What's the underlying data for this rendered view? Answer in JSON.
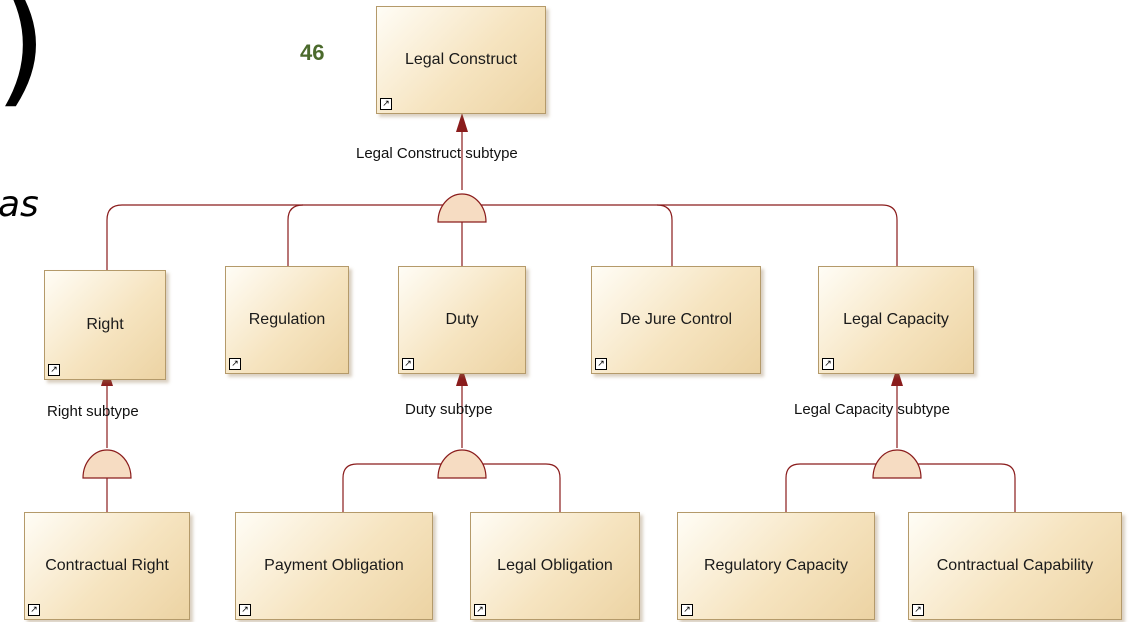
{
  "page_fragments": {
    "paren": ")",
    "italic": "as"
  },
  "slide_number": "46",
  "shortcut_glyph": "↗",
  "colors": {
    "line": "#8a1c1c",
    "box_border": "#b49a6a",
    "number": "#4b6a2c"
  },
  "nodes": {
    "legal_construct": "Legal Construct",
    "right": "Right",
    "regulation": "Regulation",
    "duty": "Duty",
    "de_jure_control": "De Jure Control",
    "legal_capacity": "Legal Capacity",
    "contractual_right": "Contractual Right",
    "payment_obligation": "Payment Obligation",
    "legal_obligation": "Legal Obligation",
    "regulatory_capacity": "Regulatory Capacity",
    "contractual_capability": "Contractual Capability"
  },
  "relations": {
    "legal_construct_subtype": "Legal Construct subtype",
    "right_subtype": "Right subtype",
    "duty_subtype": "Duty subtype",
    "legal_capacity_subtype": "Legal Capacity subtype"
  }
}
